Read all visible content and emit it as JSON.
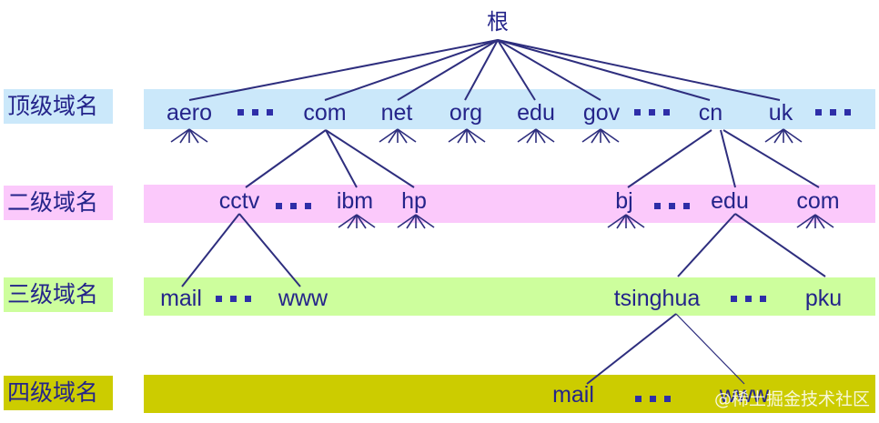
{
  "colors": {
    "band_top": "#cbe8fa",
    "band_second": "#fbc9fb",
    "band_third": "#cdfe9d",
    "band_fourth": "#cccc00",
    "label_top_bg": "#cbe8fa",
    "label_second_bg": "#fbc9fb",
    "label_third_bg": "#cdfe9d",
    "label_fourth_bg": "#cccc00",
    "line": "#2e2e7e",
    "text": "#24248a"
  },
  "root": {
    "label": "根"
  },
  "levels": [
    {
      "label": "顶级域名"
    },
    {
      "label": "二级域名"
    },
    {
      "label": "三级域名"
    },
    {
      "label": "四级域名"
    }
  ],
  "nodes": {
    "aero": "aero",
    "com": "com",
    "net": "net",
    "org": "org",
    "edu": "edu",
    "gov": "gov",
    "cn": "cn",
    "uk": "uk",
    "cctv": "cctv",
    "ibm": "ibm",
    "hp": "hp",
    "bj": "bj",
    "cn_edu": "edu",
    "cn_com": "com",
    "cctv_mail": "mail",
    "cctv_www": "www",
    "tsinghua": "tsinghua",
    "pku": "pku",
    "tsinghua_mail": "mail",
    "tsinghua_www": "www"
  },
  "watermark": "@稀土掘金技术社区"
}
